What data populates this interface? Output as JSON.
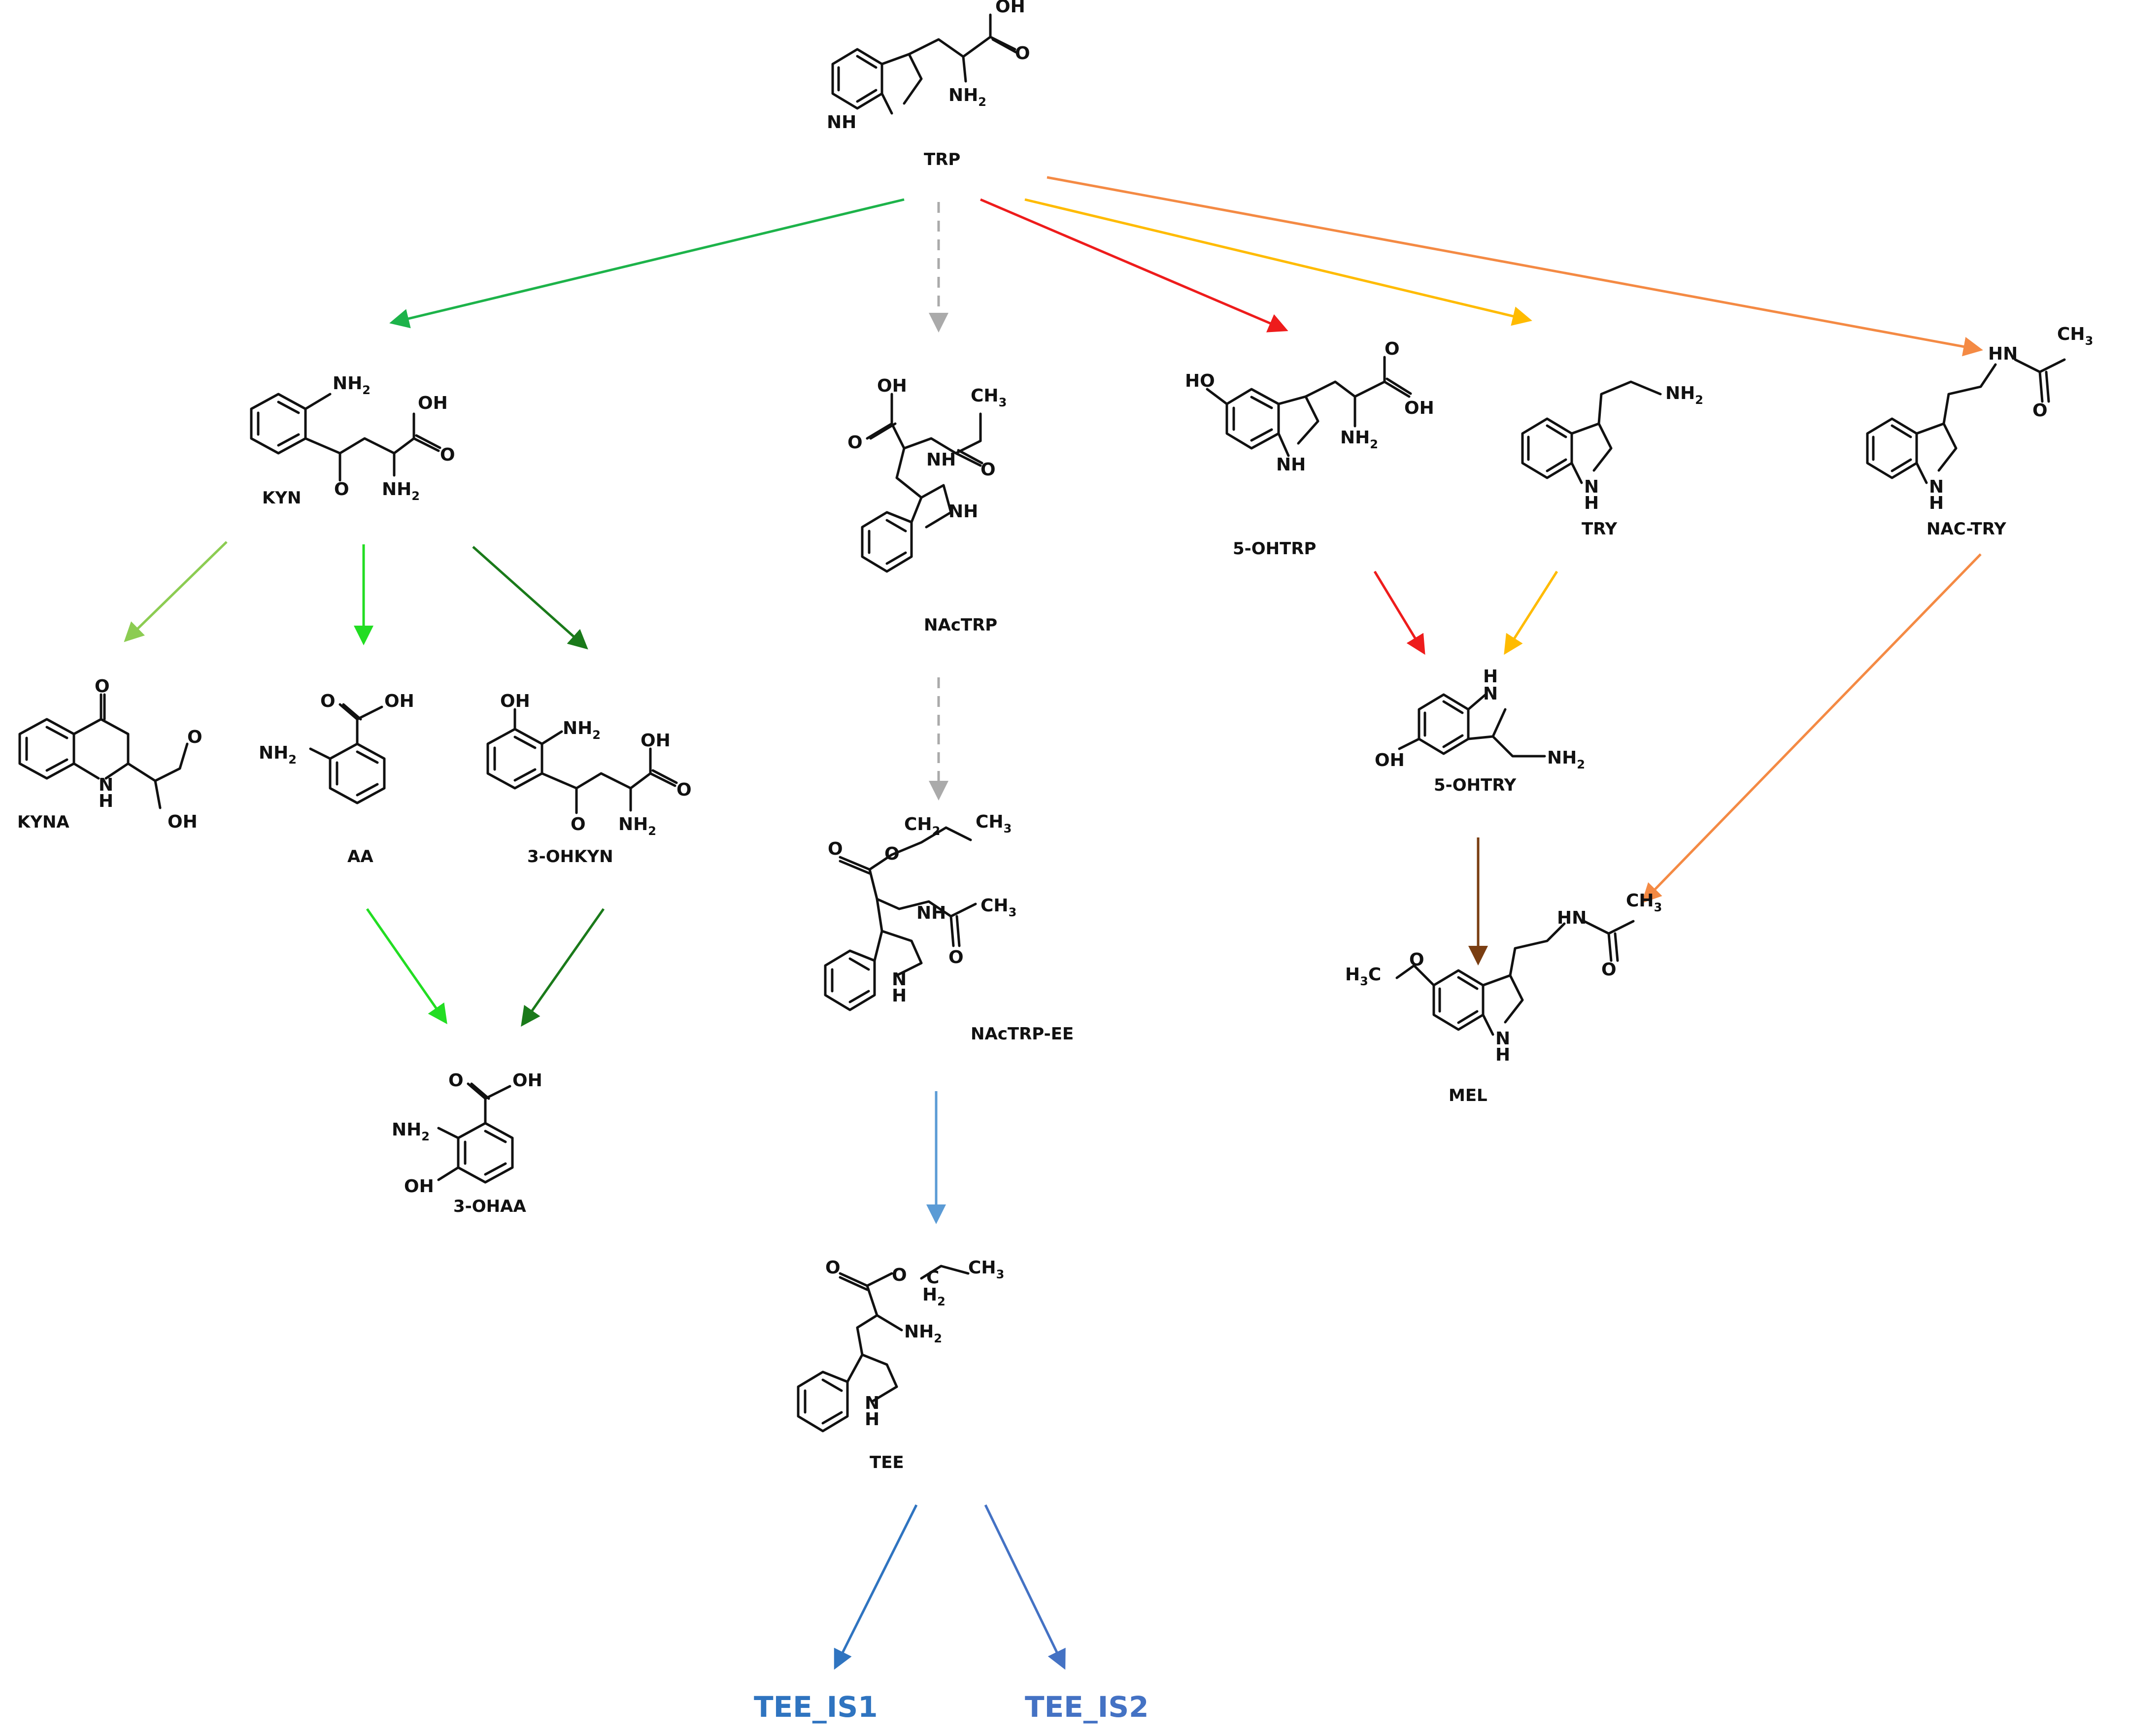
{
  "colors": {
    "kyn_main": "#1db34a",
    "kyna": "#8ccc52",
    "aa": "#22dd22",
    "ohkyn": "#1a7a1a",
    "nactrp": "#aaaaaa",
    "serotonin": "#ee1c1c",
    "tryptamine": "#ffbb00",
    "nac_try": "#f48a44",
    "mel": "#7a3e12",
    "tee": "#5b9bd5",
    "tee_is1": "#2f74c0",
    "tee_is2": "#4472c4"
  },
  "compounds": {
    "trp": "TRP",
    "kyn": "KYN",
    "kyna": "KYNA",
    "aa": "AA",
    "ohkyn": "3-OHKYN",
    "ohaa": "3-OHAA",
    "nactrp": "NAcTRP",
    "nactrp_ee": "NAcTRP-EE",
    "tee": "TEE",
    "ohtrp": "5-OHTRP",
    "try": "TRY",
    "nac_try": "NAC-TRY",
    "ohtry": "5-OHTRY",
    "mel": "MEL",
    "tee_is1": "TEE_IS1",
    "tee_is2": "TEE_IS2"
  },
  "atoms": {
    "oh": "OH",
    "o": "O",
    "nh": "NH",
    "h": "H",
    "n": "N",
    "hn": "HN",
    "nh2": "NH",
    "ch3": "CH",
    "ch2": "CH",
    "h2": "H",
    "h3c": "H",
    "c": "C",
    "two": "2",
    "three": "3"
  }
}
